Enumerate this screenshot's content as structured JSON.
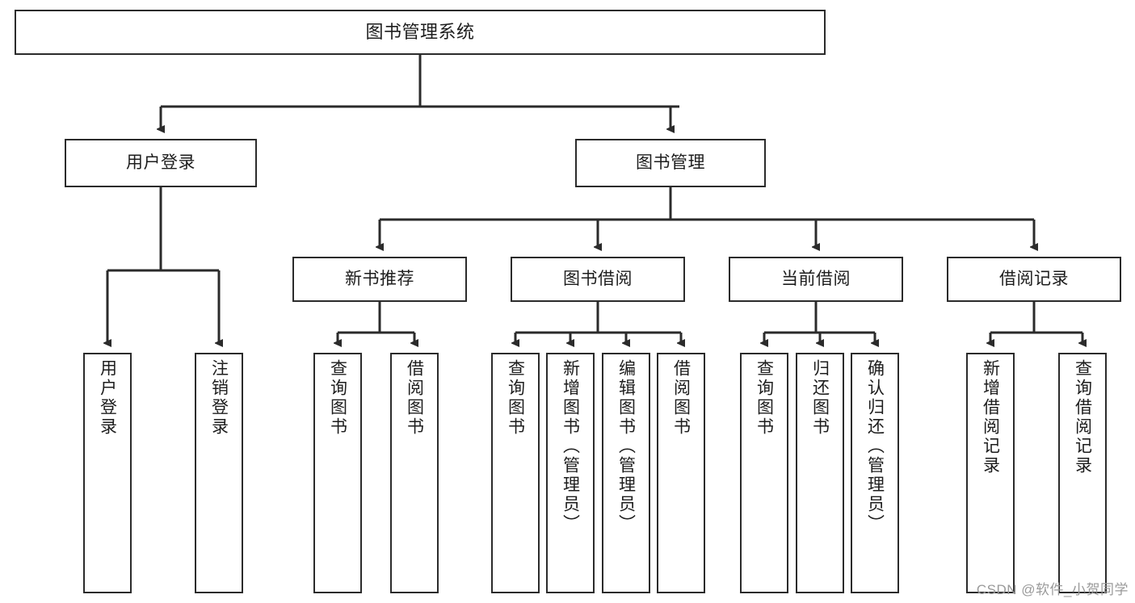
{
  "diagram": {
    "title": "图书管理系统",
    "type": "tree",
    "watermark": "CSDN @软件_小贺同学",
    "colors": {
      "node_border": "#2b2b2b",
      "node_fill": "#ffffff",
      "edge": "#2b2b2b",
      "text": "#1d1d1d",
      "watermark": "#9a9a9a"
    },
    "root": {
      "label": "图书管理系统"
    },
    "level2": [
      {
        "label": "用户登录"
      },
      {
        "label": "图书管理"
      }
    ],
    "level3": [
      {
        "label": "新书推荐"
      },
      {
        "label": "图书借阅"
      },
      {
        "label": "当前借阅"
      },
      {
        "label": "借阅记录"
      }
    ],
    "leaves": {
      "user_login": [
        {
          "label": "用户登录"
        },
        {
          "label": "注销登录"
        }
      ],
      "new_book_recommend": [
        {
          "label": "查询图书"
        },
        {
          "label": "借阅图书"
        }
      ],
      "book_borrow": [
        {
          "label": "查询图书"
        },
        {
          "label": "新增图书（管理员）"
        },
        {
          "label": "编辑图书（管理员）"
        },
        {
          "label": "借阅图书"
        }
      ],
      "current_borrow": [
        {
          "label": "查询图书"
        },
        {
          "label": "归还图书"
        },
        {
          "label": "确认归还（管理员）"
        }
      ],
      "borrow_records": [
        {
          "label": "新增借阅记录"
        },
        {
          "label": "查询借阅记录"
        }
      ]
    }
  }
}
